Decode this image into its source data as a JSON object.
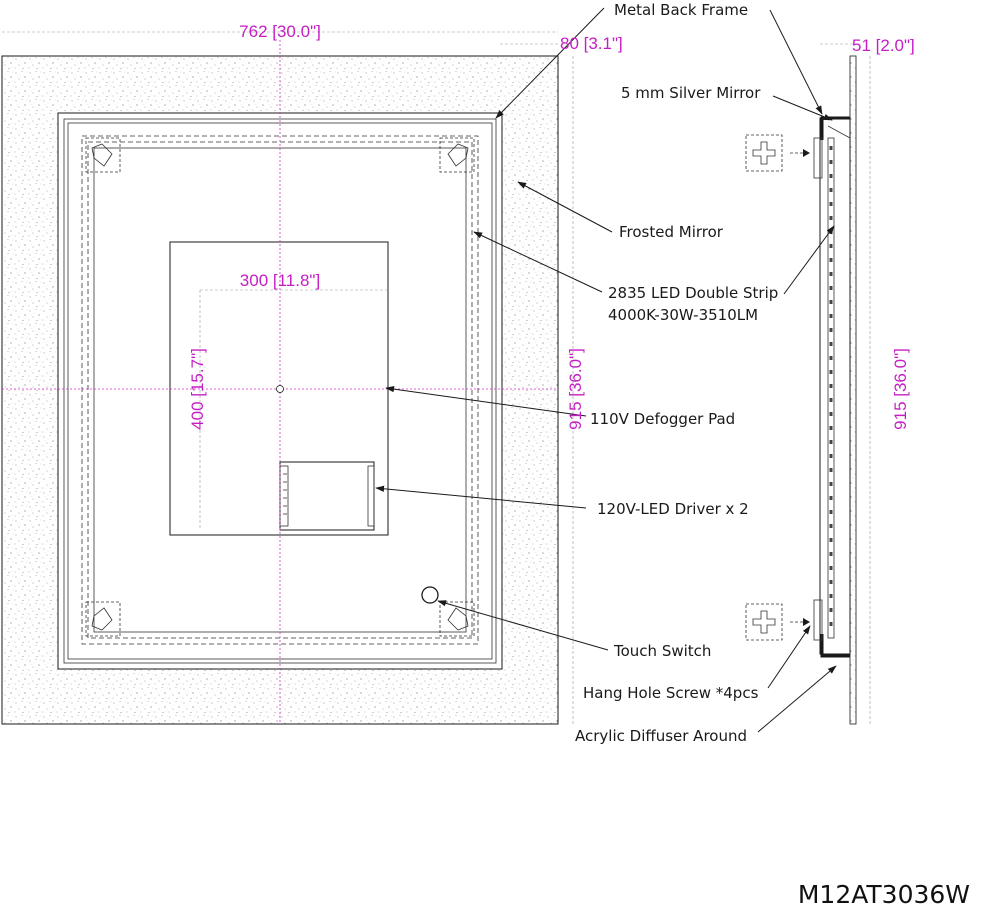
{
  "model_number": "M12AT3036W",
  "dimensions": {
    "overall_width": "762 [30.0\"]",
    "border_width": "80 [3.1\"]",
    "depth": "51 [2.0\"]",
    "pad_width": "300 [11.8\"]",
    "pad_height": "400 [15.7\"]",
    "overall_height_front": "915 [36.0\"]",
    "overall_height_side": "915 [36.0\"]"
  },
  "callouts": {
    "metal_back_frame": "Metal Back Frame",
    "silver_mirror": "5 mm Silver Mirror",
    "frosted_mirror": "Frosted Mirror",
    "led_strip_line1": "2835 LED Double Strip",
    "led_strip_line2": "4000K-30W-3510LM",
    "defogger_pad": "110V Defogger Pad",
    "led_driver": "120V-LED Driver x 2",
    "touch_switch": "Touch Switch",
    "hang_hole_screw": "Hang Hole Screw *4pcs",
    "acrylic_diffuser": "Acrylic Diffuser Around"
  },
  "colors": {
    "dimension": "#c41fc4",
    "line": "#1a1a1a",
    "frost": "#8a8a8a"
  }
}
